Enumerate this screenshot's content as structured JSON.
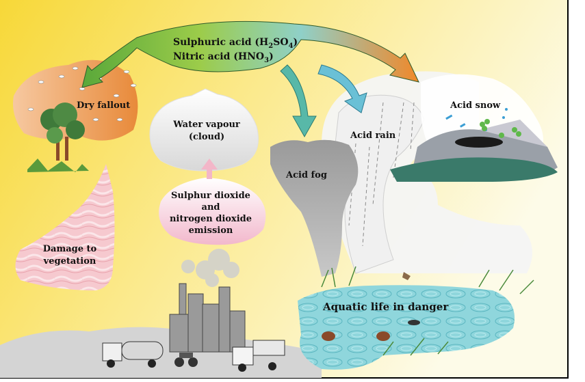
{
  "diagram": {
    "title_lines": {
      "line1_prefix": "Sulphuric acid (H",
      "line1_sub1": "2",
      "line1_mid": "SO",
      "line1_sub2": "4",
      "line1_suffix": ")",
      "line2_prefix": "Nitric acid (HNO",
      "line2_sub": "3",
      "line2_suffix": ")"
    },
    "labels": {
      "dry_fallout": "Dry fallout",
      "water_vapour_1": "Water vapour",
      "water_vapour_2": "(cloud)",
      "acid_fog": "Acid fog",
      "acid_rain": "Acid rain",
      "acid_snow": "Acid snow",
      "emission_1": "Sulphur dioxide",
      "emission_2": "and",
      "emission_3": "nitrogen dioxide",
      "emission_4": "emission",
      "damage_1": "Damage to",
      "damage_2": "vegetation",
      "aquatic": "Aquatic life in danger"
    },
    "colors": {
      "background_yellow": "#f5dc3a",
      "arrow_green": "#7fc04a",
      "arrow_orange": "#f08a2a",
      "arrow_teal": "#3aa8b8",
      "water_blue": "#7ed0d8"
    }
  }
}
